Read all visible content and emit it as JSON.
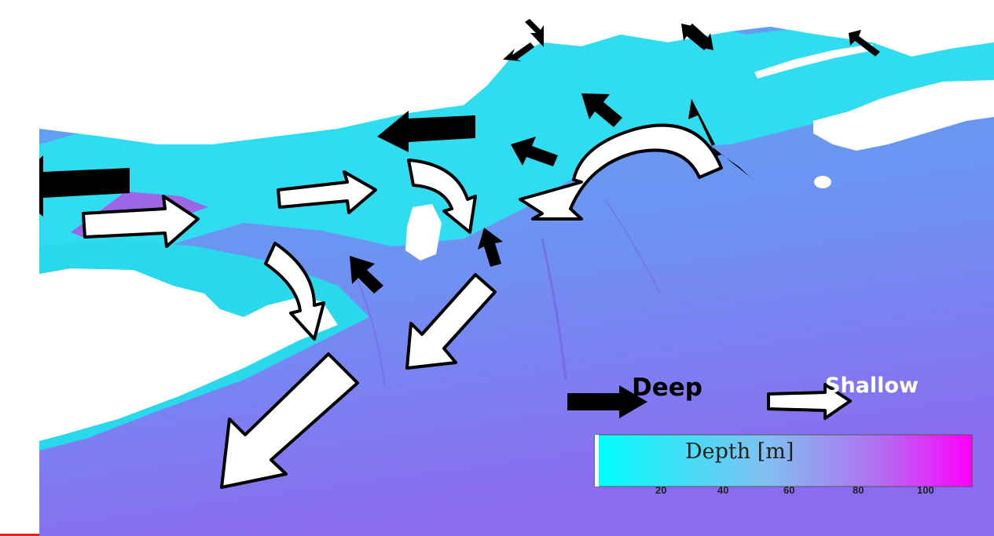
{
  "colors": {
    "land": "#ffffff",
    "shallow_water": "#22e6f2",
    "deep_water": "#8a6cf0",
    "deep_arrow": "#000000",
    "shallow_arrow": "#ffffff",
    "colorbar_min": "#00ffff",
    "colorbar_max": "#ff00ff"
  },
  "legend": {
    "deep_label": "Deep",
    "shallow_label": "Shallow"
  },
  "colorbar": {
    "title": "Depth [m]",
    "ticks": [
      "20",
      "40",
      "60",
      "80",
      "100"
    ]
  }
}
